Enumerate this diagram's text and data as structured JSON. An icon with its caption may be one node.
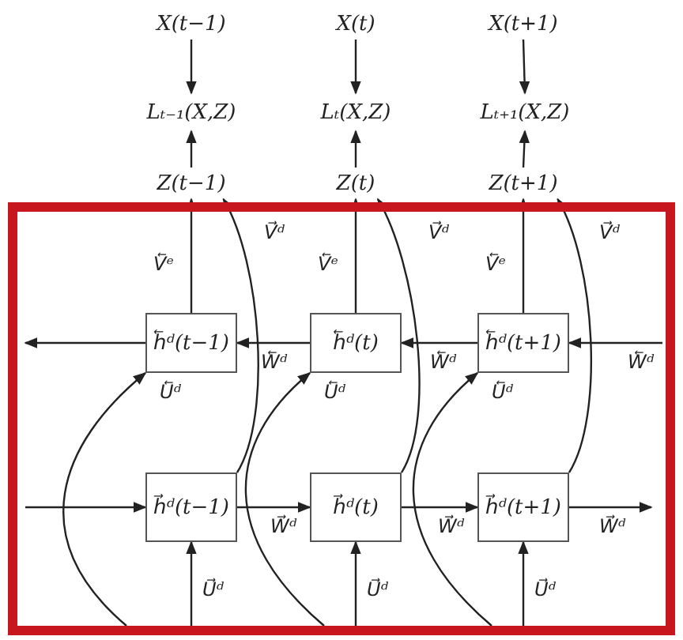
{
  "diagram": {
    "nodes": [
      {
        "text": [
          "X(t−1)"
        ]
      },
      {
        "text": [
          "X(t)"
        ]
      },
      {
        "text": [
          "X(t+1)"
        ]
      },
      {
        "text": [
          "Lₜ₋₁(X,Z)"
        ]
      },
      {
        "text": [
          "Lₜ(X,Z)"
        ]
      },
      {
        "text": [
          "Lₜ₊₁(X,Z)"
        ]
      },
      {
        "text": [
          "Z(t−1)"
        ]
      },
      {
        "text": [
          "Z(t)"
        ]
      },
      {
        "text": [
          "Z(t+1)"
        ]
      },
      {
        "text": [],
        "shape": "box"
      },
      {
        "text": [
          "h⃖ᵈ(t−1)"
        ],
        "in": 9
      },
      {
        "text": [
          "h⃖ᵈ(t)"
        ],
        "in": 9
      },
      {
        "text": [
          "h⃖ᵈ(t+1)"
        ],
        "in": 9
      },
      {
        "text": [
          "h⃗ᵈ(t−1)"
        ],
        "in": 9
      },
      {
        "text": [
          "h⃗ᵈ(t)"
        ],
        "in": 9
      },
      {
        "text": [
          "h⃗ᵈ(t+1)"
        ],
        "in": 9
      }
    ],
    "edges": [
      {
        "from": 0,
        "to": 3,
        "arrow": "to"
      },
      {
        "from": 6,
        "to": 3,
        "arrow": "to"
      },
      {
        "from": 1,
        "to": 4,
        "arrow": "to"
      },
      {
        "from": 7,
        "to": 4,
        "arrow": "to"
      },
      {
        "from": 2,
        "to": 5,
        "arrow": "to"
      },
      {
        "from": 8,
        "to": 5,
        "arrow": "to"
      },
      {
        "from": 10,
        "to": 6,
        "arrow": "to",
        "label": "V⃖ᵉ"
      },
      {
        "from": 11,
        "to": 7,
        "arrow": "to",
        "label": "V⃖ᵉ"
      },
      {
        "from": 12,
        "to": 8,
        "arrow": "to",
        "label": "V⃖ᵉ"
      },
      {
        "from": 13,
        "to": 6,
        "arrow": "to",
        "label": "V⃗ᵈ"
      },
      {
        "from": 14,
        "to": 7,
        "arrow": "to",
        "label": "V⃗ᵈ"
      },
      {
        "from": 15,
        "to": 8,
        "arrow": "to",
        "label": "V⃗ᵈ"
      },
      {
        "from": null,
        "to": 12,
        "arrow": "to",
        "label": "W⃖ᵈ"
      },
      {
        "from": 12,
        "to": 11,
        "arrow": "to",
        "label": "W⃖ᵈ"
      },
      {
        "from": 11,
        "to": 10,
        "arrow": "to",
        "label": "W⃖ᵈ"
      },
      {
        "from": 10,
        "to": null,
        "arrow": "to"
      },
      {
        "from": null,
        "to": 10,
        "arrow": "to",
        "label": "U⃖ᵈ"
      },
      {
        "from": null,
        "to": 11,
        "arrow": "to",
        "label": "U⃖ᵈ"
      },
      {
        "from": null,
        "to": 12,
        "arrow": "to",
        "label": "U⃖ᵈ"
      },
      {
        "from": null,
        "to": 13,
        "arrow": "to"
      },
      {
        "from": 13,
        "to": 14,
        "arrow": "to",
        "label": "W⃗ᵈ"
      },
      {
        "from": 14,
        "to": 15,
        "arrow": "to",
        "label": "W⃗ᵈ"
      },
      {
        "from": 15,
        "to": null,
        "arrow": "to",
        "label": "W⃗ᵈ"
      },
      {
        "from": null,
        "to": 13,
        "arrow": "to",
        "label": "U⃗ᵈ"
      },
      {
        "from": null,
        "to": 14,
        "arrow": "to",
        "label": "U⃗ᵈ"
      },
      {
        "from": null,
        "to": 15,
        "arrow": "to",
        "label": "U⃗ᵈ"
      }
    ]
  }
}
